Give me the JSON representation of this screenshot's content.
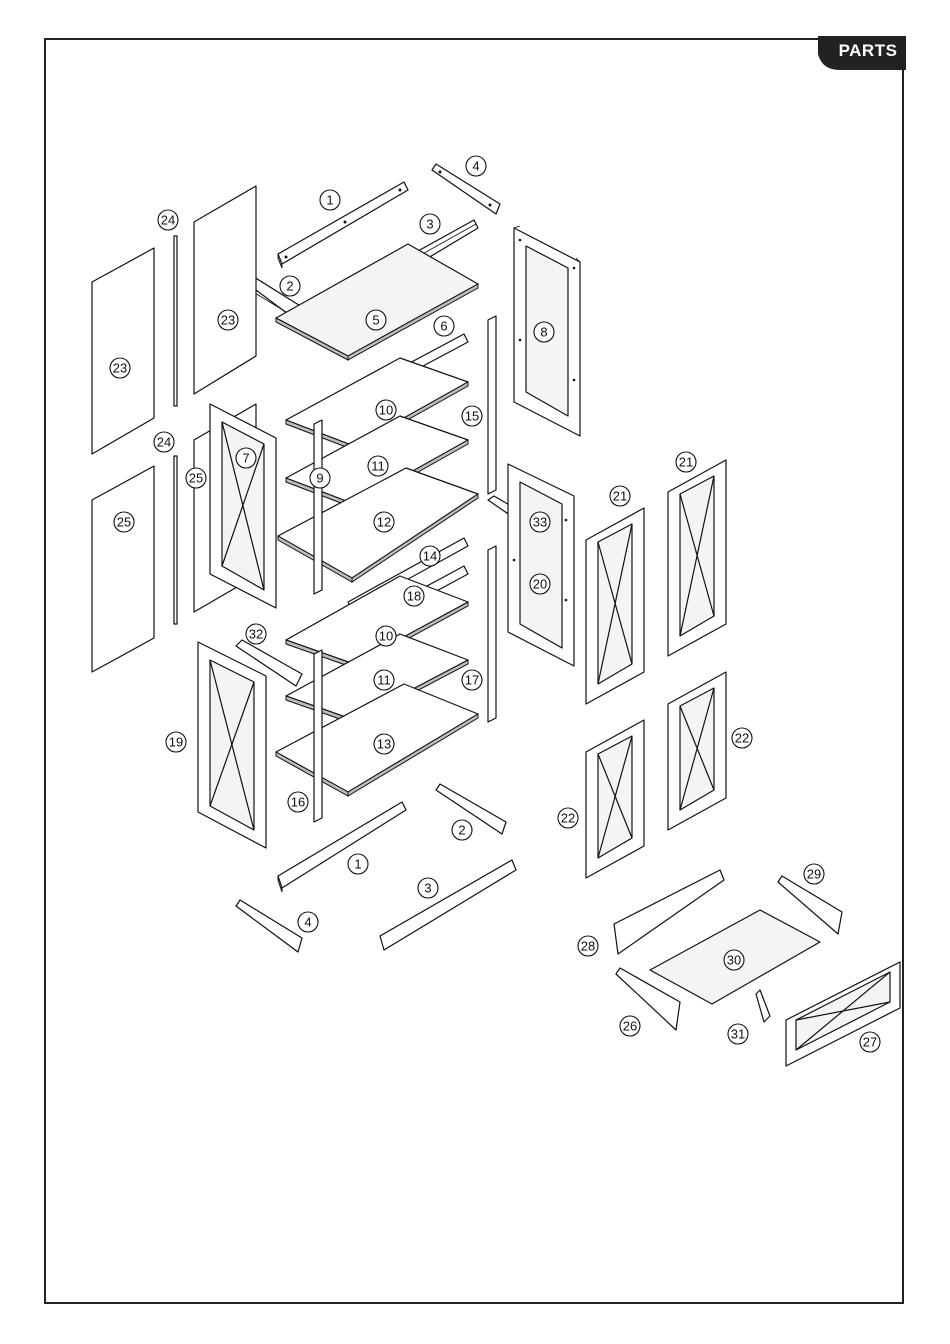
{
  "header": {
    "tab_label": "PARTS",
    "tab_color": "#222222"
  },
  "callouts": [
    {
      "id": "c1a",
      "label": "1"
    },
    {
      "id": "c4a",
      "label": "4"
    },
    {
      "id": "c3a",
      "label": "3"
    },
    {
      "id": "c2a",
      "label": "2"
    },
    {
      "id": "c5",
      "label": "5"
    },
    {
      "id": "c6",
      "label": "6"
    },
    {
      "id": "c8",
      "label": "8"
    },
    {
      "id": "c24a",
      "label": "24"
    },
    {
      "id": "c23a",
      "label": "23"
    },
    {
      "id": "c23b",
      "label": "23"
    },
    {
      "id": "c10a",
      "label": "10"
    },
    {
      "id": "c15",
      "label": "15"
    },
    {
      "id": "c24b",
      "label": "24"
    },
    {
      "id": "c7",
      "label": "7"
    },
    {
      "id": "c25a",
      "label": "25"
    },
    {
      "id": "c9",
      "label": "9"
    },
    {
      "id": "c11a",
      "label": "11"
    },
    {
      "id": "c21a",
      "label": "21"
    },
    {
      "id": "c21b",
      "label": "21"
    },
    {
      "id": "c12",
      "label": "12"
    },
    {
      "id": "c33",
      "label": "33"
    },
    {
      "id": "c25b",
      "label": "25"
    },
    {
      "id": "c14",
      "label": "14"
    },
    {
      "id": "c20",
      "label": "20"
    },
    {
      "id": "c18",
      "label": "18"
    },
    {
      "id": "c32",
      "label": "32"
    },
    {
      "id": "c10b",
      "label": "10"
    },
    {
      "id": "c11b",
      "label": "11"
    },
    {
      "id": "c17",
      "label": "17"
    },
    {
      "id": "c19",
      "label": "19"
    },
    {
      "id": "c13",
      "label": "13"
    },
    {
      "id": "c22a",
      "label": "22"
    },
    {
      "id": "c16",
      "label": "16"
    },
    {
      "id": "c2b",
      "label": "2"
    },
    {
      "id": "c22b",
      "label": "22"
    },
    {
      "id": "c1b",
      "label": "1"
    },
    {
      "id": "c29",
      "label": "29"
    },
    {
      "id": "c3b",
      "label": "3"
    },
    {
      "id": "c4b",
      "label": "4"
    },
    {
      "id": "c28",
      "label": "28"
    },
    {
      "id": "c30",
      "label": "30"
    },
    {
      "id": "c26",
      "label": "26"
    },
    {
      "id": "c31",
      "label": "31"
    },
    {
      "id": "c27",
      "label": "27"
    }
  ]
}
